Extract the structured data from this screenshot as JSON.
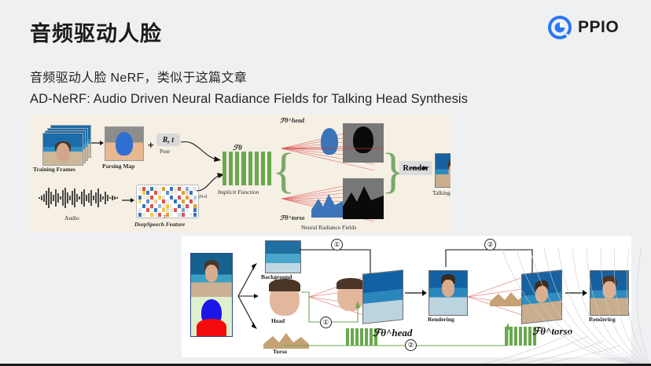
{
  "slide": {
    "title": "音频驱动人脸",
    "subtitle_cn": "音频驱动人脸 NeRF，类似于这篇文章",
    "paper_title": "AD-NeRF: Audio Driven Neural Radiance Fields for Talking Head Synthesis",
    "background_color": "#eff0f2"
  },
  "brand": {
    "name": "PPIO",
    "logo_icon": "ppio-circle-icon",
    "accent_color": "#2878f0"
  },
  "figure1": {
    "background_color": "#f5efe4",
    "labels": {
      "training_frames": "Training Frames",
      "parsing_map": "Parsing Map",
      "pose": "Pose",
      "rt": "R, t",
      "plus": "+",
      "audio": "Audio",
      "deepspeech": "DeepSpeech Feature",
      "dim_29d": "29-d",
      "dim_t": "T",
      "implicit_function": "Implicit Function",
      "f_theta": "ℱθ",
      "f_head": "ℱθ^head",
      "f_torso": "ℱθ^torso",
      "neural_radiance_fields": "Neural Radiance Fields",
      "render": "Render",
      "talking_heads": "Talking Heads"
    }
  },
  "figure2": {
    "background_color": "#ffffff",
    "labels": {
      "background": "Background",
      "head": "Head",
      "torso": "Torso",
      "rendering_1": "Rendering",
      "rendering_2": "Rendering",
      "f_head": "ℱθ^head",
      "f_torso": "ℱθ^torso",
      "step_1": "①",
      "step_2": "②"
    },
    "steps": [
      "①",
      "①",
      "②",
      "②"
    ]
  },
  "colors": {
    "mlp_green": "#6aa84f",
    "ray_red": "#e06666",
    "flow_green": "#6aa84f",
    "text_dark": "#1b1b1b"
  }
}
